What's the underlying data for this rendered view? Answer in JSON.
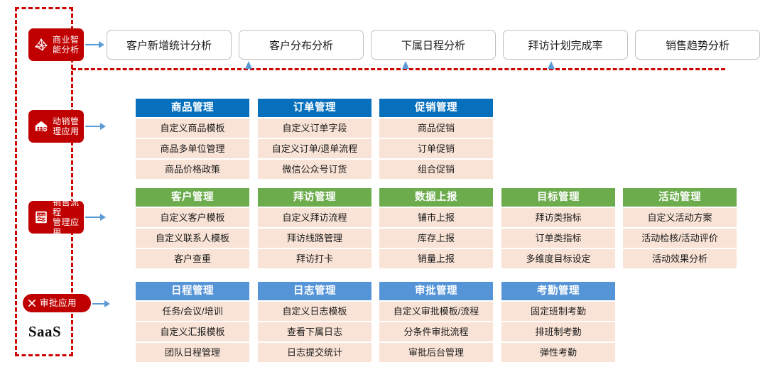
{
  "platform": {
    "label": "SaaS"
  },
  "layers": [
    {
      "id": "bi",
      "badge_label": "商业智\n能分析",
      "badge_icon": "network-graph-icon",
      "type": "pills",
      "pills": [
        {
          "label": "客户新增统计分析"
        },
        {
          "label": "客户分布分析"
        },
        {
          "label": "下属日程分析"
        },
        {
          "label": "拜访计划完成率"
        },
        {
          "label": "销售趋势分析"
        }
      ]
    },
    {
      "id": "dynamic-sales",
      "badge_label": "动销管\n理应用",
      "badge_icon": "store-house-icon",
      "type": "cards",
      "header_color": "#0670bd",
      "cards": [
        {
          "title": "商品管理",
          "items": [
            "自定义商品模板",
            "商品多单位管理",
            "商品价格政策"
          ]
        },
        {
          "title": "订单管理",
          "items": [
            "自定义订单字段",
            "自定义订单/退单流程",
            "微信公众号订货"
          ]
        },
        {
          "title": "促销管理",
          "items": [
            "商品促销",
            "订单促销",
            "组合促销"
          ]
        }
      ]
    },
    {
      "id": "sales-process",
      "badge_label": "销售流程\n管理应用",
      "badge_icon": "sale-document-icon",
      "type": "cards",
      "header_color": "#6cac4c",
      "cards": [
        {
          "title": "客户管理",
          "items": [
            "自定义客户模板",
            "自定义联系人模板",
            "客户查重"
          ]
        },
        {
          "title": "拜访管理",
          "items": [
            "自定义拜访流程",
            "拜访线路管理",
            "拜访打卡"
          ]
        },
        {
          "title": "数据上报",
          "items": [
            "铺市上报",
            "库存上报",
            "销量上报"
          ]
        },
        {
          "title": "目标管理",
          "items": [
            "拜访类指标",
            "订单类指标",
            "多维度目标设定"
          ]
        },
        {
          "title": "活动管理",
          "items": [
            "自定义活动方案",
            "活动检核/活动评价",
            "活动效果分析"
          ]
        }
      ]
    },
    {
      "id": "approval",
      "badge_label": "审批应用",
      "badge_icon": "cross-mark-icon",
      "type": "cards",
      "header_color": "#5694d8",
      "cards": [
        {
          "title": "日程管理",
          "items": [
            "任务/会议/培训",
            "自定义汇报模板",
            "团队日程管理"
          ]
        },
        {
          "title": "日志管理",
          "items": [
            "自定义日志模板",
            "查看下属日志",
            "日志提交统计"
          ]
        },
        {
          "title": "审批管理",
          "items": [
            "自定义审批模板/流程",
            "分条件审批流程",
            "审批后台管理"
          ]
        },
        {
          "title": "考勤管理",
          "items": [
            "固定班制考勤",
            "排班制考勤",
            "弹性考勤"
          ]
        }
      ]
    }
  ],
  "colors": {
    "badge_red": "#c00000",
    "boundary_red": "#cc0000",
    "arrow_blue": "#5b9bd5",
    "cell_peach": "#f9e3d6",
    "header_blue": "#0670bd",
    "header_green": "#6cac4c",
    "header_light_blue": "#5694d8"
  }
}
